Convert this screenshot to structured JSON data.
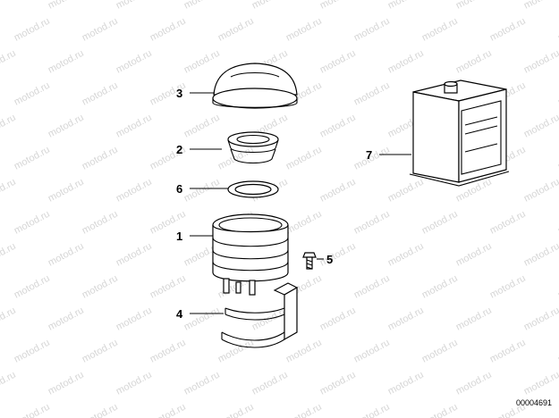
{
  "callouts": {
    "c1": "1",
    "c2": "2",
    "c3": "3",
    "c4": "4",
    "c5": "5",
    "c6": "6",
    "c7": "7"
  },
  "watermark": "motod.ru",
  "reference_number": "00004691"
}
